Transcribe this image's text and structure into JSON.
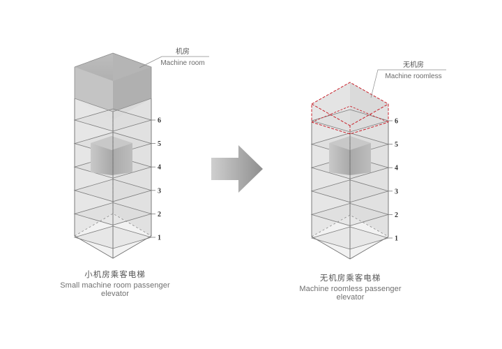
{
  "left": {
    "caption_cn": "小机房乘客电梯",
    "caption_en": "Small machine room passenger elevator",
    "label_cn": "机房",
    "label_en": "Machine room"
  },
  "right": {
    "caption_cn": "无机房乘客电梯",
    "caption_en": "Machine roomless passenger elevator",
    "label_cn": "无机房",
    "label_en": "Machine roomless"
  },
  "floors": [
    "6",
    "5",
    "4",
    "3",
    "2",
    "1"
  ],
  "colors": {
    "edge": "#6e6e6e",
    "shaft_fill": "#e6e6e6",
    "machine_room": "#b9b9b9",
    "roomless_outline": "#c8202a",
    "arrow": "#9a9a9a",
    "cab": "#b3b3b3"
  }
}
